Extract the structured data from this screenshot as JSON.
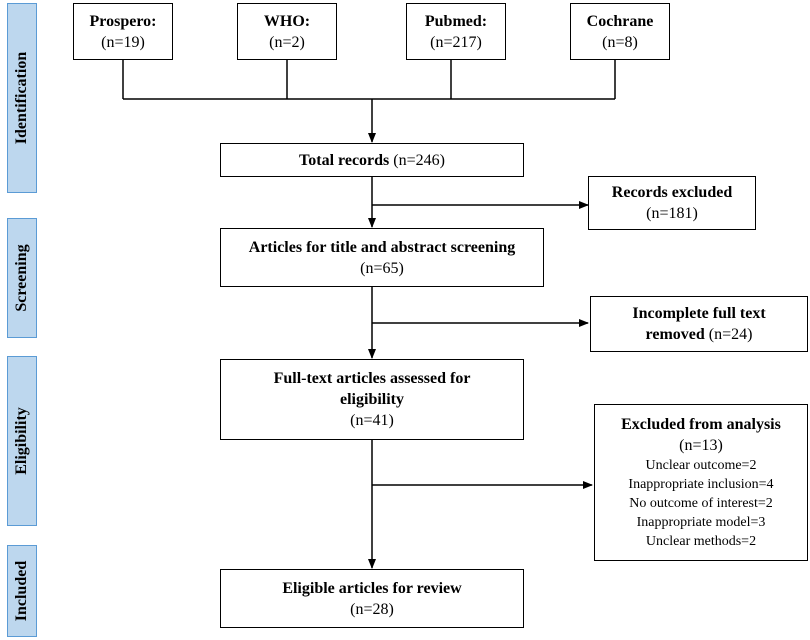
{
  "stages": [
    "Identification",
    "Screening",
    "Eligibility",
    "Included"
  ],
  "sources": [
    {
      "name": "Prospero:",
      "count": "(n=19)"
    },
    {
      "name": "WHO:",
      "count": "(n=2)"
    },
    {
      "name": "Pubmed:",
      "count": "(n=217)"
    },
    {
      "name": "Cochrane",
      "count": "(n=8)"
    }
  ],
  "total": {
    "label": "Total records",
    "count": "(n=246)"
  },
  "records_excluded": {
    "label": "Records excluded",
    "count": "(n=181)"
  },
  "screening": {
    "label": "Articles for title and abstract screening",
    "count": "(n=65)"
  },
  "incomplete": {
    "line1": "Incomplete full text",
    "line2": "removed",
    "count": "(n=24)"
  },
  "fulltext": {
    "line1": "Full-text articles assessed for",
    "line2": "eligibility",
    "count": "(n=41)"
  },
  "excluded_analysis": {
    "label": "Excluded from analysis",
    "count": "(n=13)",
    "reasons": [
      "Unclear outcome=2",
      "Inappropriate inclusion=4",
      "No outcome of interest=2",
      "Inappropriate model=3",
      "Unclear methods=2"
    ]
  },
  "included": {
    "label": "Eligible articles for review",
    "count": "(n=28)"
  }
}
